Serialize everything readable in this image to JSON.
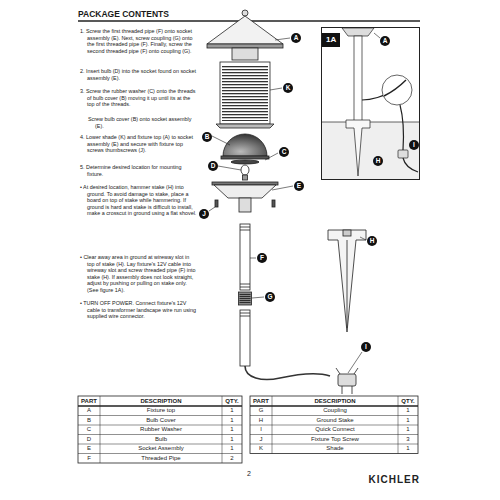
{
  "diagram": {
    "title": "PACKAGE CONTENTS",
    "nodes": [
      {
        "text": [
          "1A"
        ]
      }
    ],
    "labels": [
      "1. Screw the first threaded pipe (F) onto socket assembly (E). Next, screw coupling (G) onto the first threaded pipe (F). Finally, screw the second threaded pipe (F) onto coupling (G).",
      "2. Insert bulb (D) into the socket found on socket assembly (E).",
      "3. Screw the rubber washer (C) onto the threads of bulb cover (B) moving it up until its at the top of the threads.",
      "Screw bulb cover (B) onto socket assembly (E).",
      "4. Lower shade (K) and fixture top (A) to socket assembly (E) and secure with fixture top screws thumbscrews (J).",
      "5. Determine desired location for mounting fixture.",
      "• At desired location, hammer stake (H) into ground. To avoid damage to stake, place a board on top of stake while hammering. If ground is hard and stake is difficult to install, make a crosscut in ground using a flat shovel.",
      "• Clear away area in ground at wireway slot in top of stake (H). Lay fixture's 12V cable into wireway slot and screw threaded pipe (F) into stake (H). If assembly does not look straight, adjust by pushing or pulling on stake only. (See figure 1A).",
      "• TURN OFF POWER. Connect fixture's 12V cable to transformer landscape wire run using supplied wire connector.",
      "A",
      "K",
      "B",
      "C",
      "D",
      "E",
      "J",
      "F",
      "G",
      "H",
      "I",
      "A",
      "I",
      "H",
      "PART",
      "DESCRIPTION",
      "QTY.",
      "PART",
      "DESCRIPTION",
      "QTY.",
      "A",
      "Fixture top",
      "1",
      "G",
      "Coupling",
      "1",
      "B",
      "Bulb Cover",
      "1",
      "H",
      "Ground Stake",
      "1",
      "C",
      "Rubber Washer",
      "1",
      "I",
      "Quick Connect",
      "1",
      "D",
      "Bulb",
      "1",
      "J",
      "Fixture Top Screw",
      "3",
      "E",
      "Socket Assembly",
      "1",
      "K",
      "Shade",
      "1",
      "F",
      "Threaded Pipe",
      "2",
      "2",
      "KICHLER"
    ]
  }
}
